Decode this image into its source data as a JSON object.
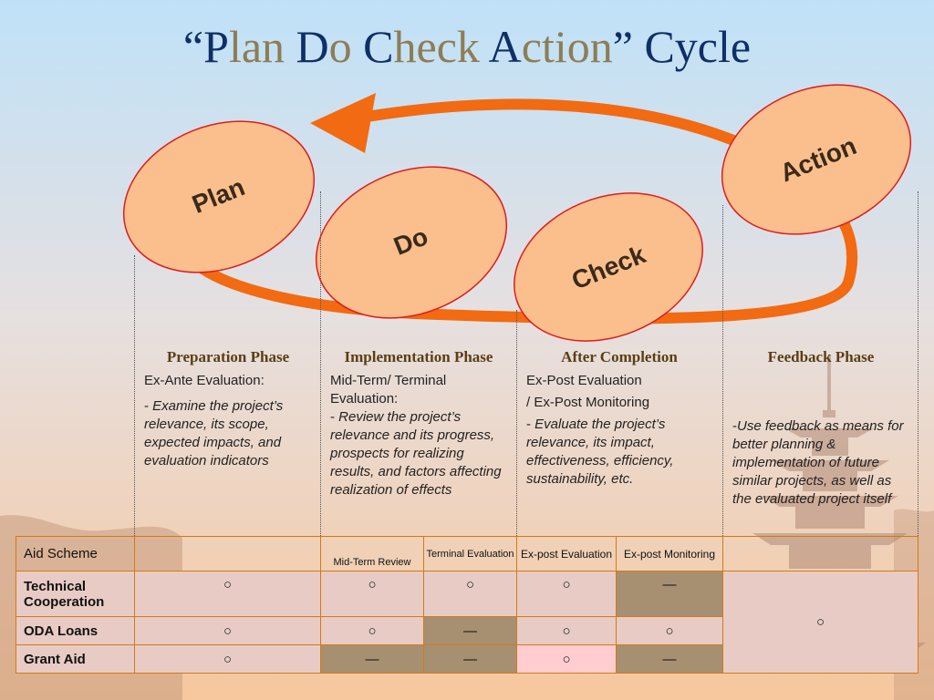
{
  "title": {
    "open_quote": "“",
    "p1": "P",
    "p2": "lan ",
    "d1": "D",
    "d2": "o ",
    "c1": "C",
    "c2": "heck ",
    "a1": "A",
    "a2": "ction",
    "close_quote": "”",
    "cycle": " Cycle"
  },
  "cycle_labels": {
    "plan": "Plan",
    "do": "Do",
    "check": "Check",
    "action": "Action"
  },
  "phases": [
    {
      "heading": "Preparation Phase",
      "evaluation": "Ex-Ante Evaluation:",
      "evaluation2": "",
      "dash": "- ",
      "description": "Examine the project’s relevance, its scope, expected impacts, and evaluation indicators"
    },
    {
      "heading": "Implementation Phase",
      "evaluation": "Mid-Term/ Terminal Evaluation:",
      "evaluation2": "",
      "dash": "- ",
      "description": "Review the project’s relevance and its progress,  prospects for realizing results, and factors affecting realization of effects"
    },
    {
      "heading": "After Completion",
      "evaluation": "Ex-Post Evaluation",
      "evaluation2": "/ Ex-Post Monitoring",
      "dash": "- ",
      "description": "Evaluate the project’s relevance, its impact, effectiveness, efficiency, sustainability, etc."
    },
    {
      "heading": "Feedback Phase",
      "evaluation": "",
      "evaluation2": "",
      "dash": "-",
      "description": "Use feedback as means for better planning & implementation of future similar projects, as well as the evaluated project itself"
    }
  ],
  "table": {
    "header": {
      "scheme": "Aid Scheme",
      "mid_term": "Mid-Term Review",
      "terminal": "Terminal Evaluation",
      "ex_post_eval": "Ex-post Evaluation",
      "ex_post_mon": "Ex-post Monitoring"
    },
    "rows": [
      {
        "name": "Technical Cooperation",
        "cells": [
          "○",
          "○",
          "○",
          "○",
          "—"
        ]
      },
      {
        "name": "ODA Loans",
        "cells": [
          "○",
          "○",
          "—",
          "○",
          "○"
        ]
      },
      {
        "name": "Grant Aid",
        "cells": [
          "○",
          "—",
          "—",
          "○",
          "—"
        ]
      }
    ],
    "feedback_mark": "○"
  },
  "colors": {
    "title": "#0f2f66",
    "title_light": "#8d7d56",
    "arrow": "#f26a12",
    "ellipse_fill": "#fbbf8d",
    "ellipse_stroke": "#e01b1b",
    "cell_light": "#e8cbc4",
    "cell_dark": "#a79071",
    "cell_pink": "#ffcdd0",
    "table_border": "#d27a18"
  }
}
